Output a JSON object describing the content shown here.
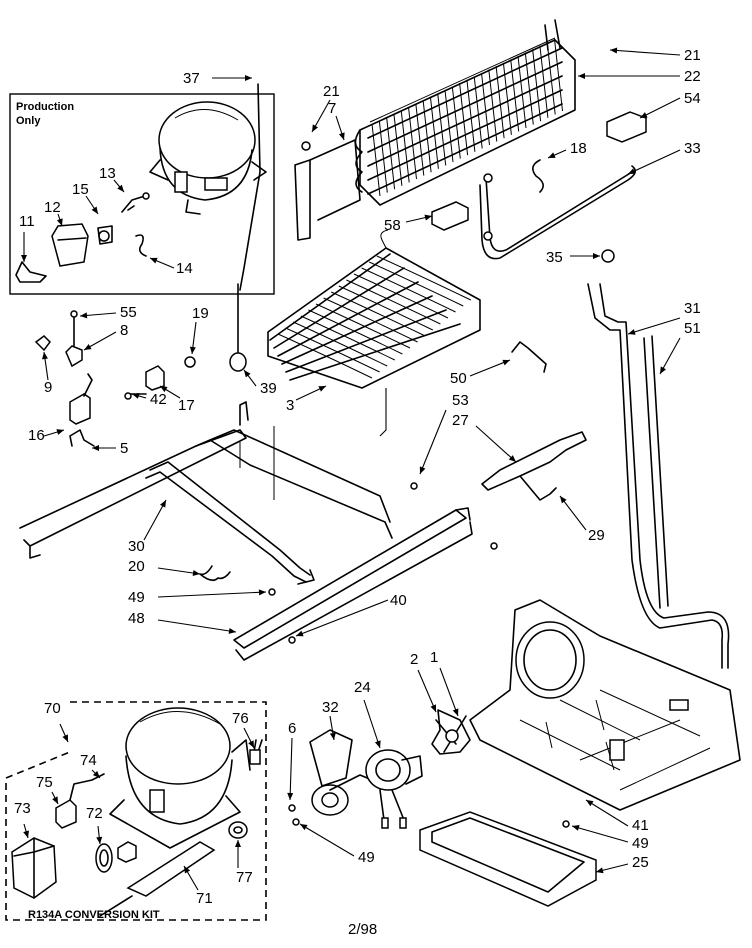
{
  "diagram": {
    "boxes": {
      "production_only": "Production\nOnly",
      "conversion_kit": "R134A CONVERSION KIT"
    },
    "page_number": "2/98",
    "callouts": [
      "37",
      "21",
      "7",
      "21",
      "22",
      "54",
      "18",
      "33",
      "13",
      "15",
      "12",
      "11",
      "14",
      "58",
      "35",
      "55",
      "8",
      "19",
      "9",
      "17",
      "42",
      "39",
      "3",
      "31",
      "51",
      "50",
      "53",
      "27",
      "16",
      "5",
      "29",
      "30",
      "20",
      "49",
      "40",
      "48",
      "70",
      "76",
      "74",
      "75",
      "73",
      "72",
      "71",
      "77",
      "6",
      "32",
      "24",
      "2",
      "1",
      "49",
      "41",
      "49",
      "25"
    ]
  }
}
